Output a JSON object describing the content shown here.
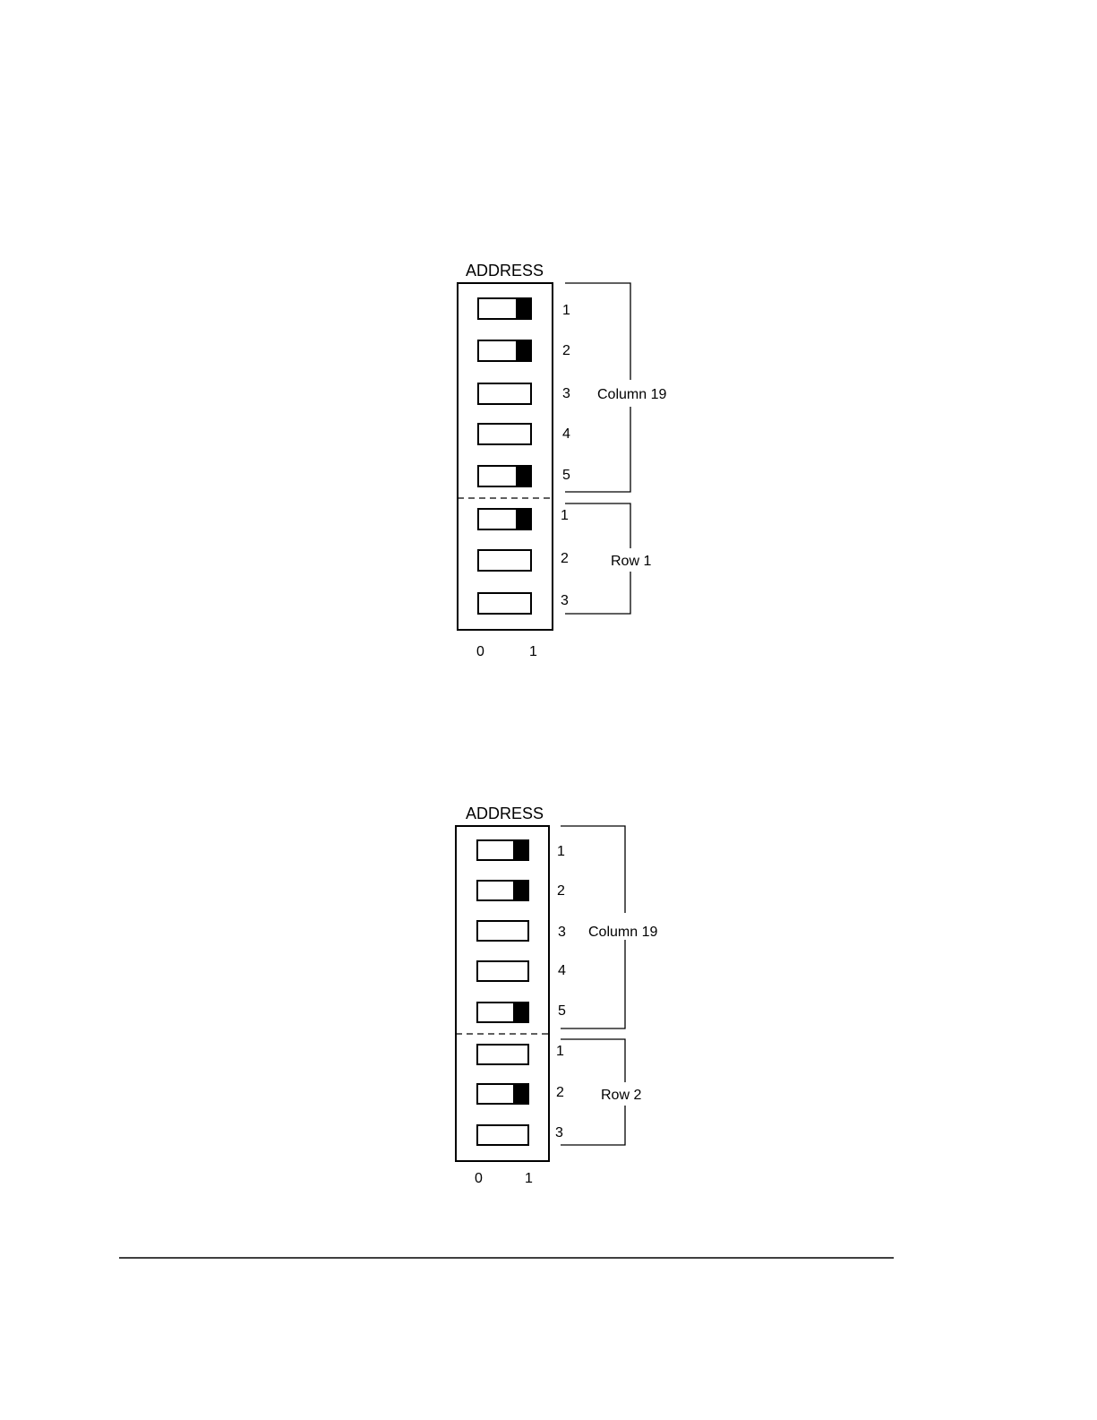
{
  "diagrams": [
    {
      "title": "ADDRESS",
      "axis_labels": [
        "0",
        "1"
      ],
      "groups": [
        {
          "label": "Column 19",
          "switches": [
            {
              "label": "1",
              "on": true
            },
            {
              "label": "2",
              "on": true
            },
            {
              "label": "3",
              "on": false
            },
            {
              "label": "4",
              "on": false
            },
            {
              "label": "5",
              "on": true
            }
          ]
        },
        {
          "label": "Row 1",
          "switches": [
            {
              "label": "1",
              "on": true
            },
            {
              "label": "2",
              "on": false
            },
            {
              "label": "3",
              "on": false
            }
          ]
        }
      ]
    },
    {
      "title": "ADDRESS",
      "axis_labels": [
        "0",
        "1"
      ],
      "groups": [
        {
          "label": "Column 19",
          "switches": [
            {
              "label": "1",
              "on": true
            },
            {
              "label": "2",
              "on": true
            },
            {
              "label": "3",
              "on": false
            },
            {
              "label": "4",
              "on": false
            },
            {
              "label": "5",
              "on": true
            }
          ]
        },
        {
          "label": "Row 2",
          "switches": [
            {
              "label": "1",
              "on": false
            },
            {
              "label": "2",
              "on": true
            },
            {
              "label": "3",
              "on": false
            }
          ]
        }
      ]
    }
  ]
}
